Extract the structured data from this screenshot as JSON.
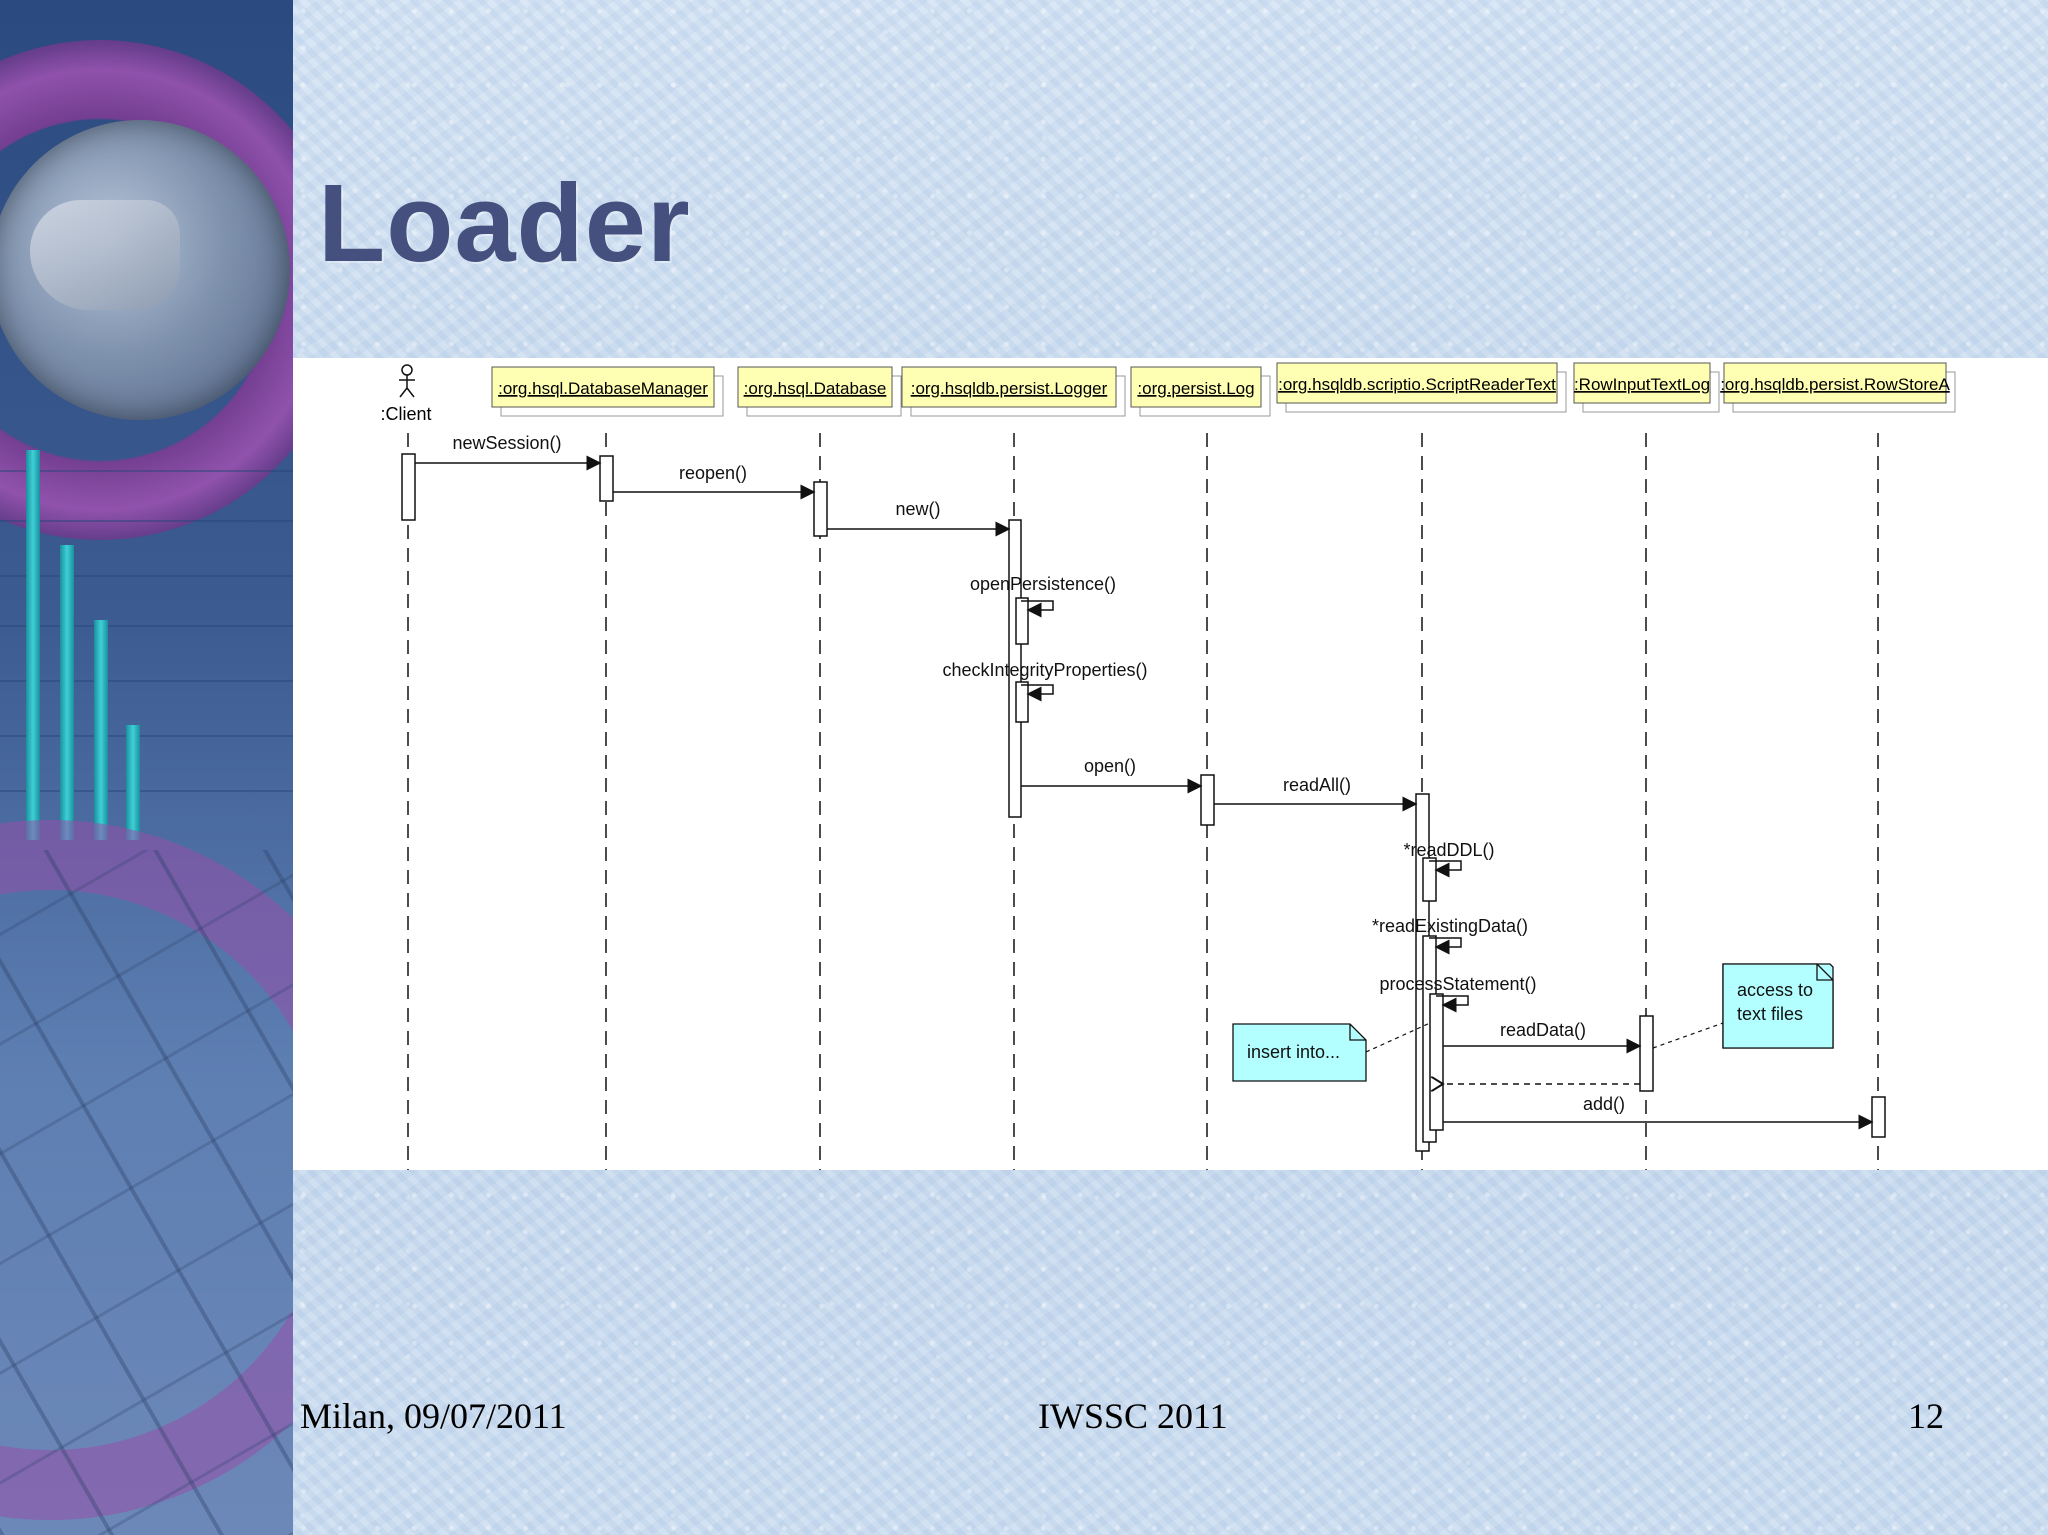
{
  "slide": {
    "title": "Loader",
    "footer": {
      "location_date": "Milan, 09/07/2011",
      "event": "IWSSC 2011",
      "page_number": "12"
    }
  },
  "diagram": {
    "actor": {
      "label": ":Client"
    },
    "lifelines": [
      ":org.hsql.DatabaseManager",
      ":org.hsql.Database",
      ":org.hsqldb.persist.Logger",
      ":org.persist.Log",
      ":org.hsqldb.scriptio.ScriptReaderText",
      ":RowInputTextLog",
      ":org.hsqldb.persist.RowStoreA"
    ],
    "messages": [
      {
        "label": "newSession()"
      },
      {
        "label": "reopen()"
      },
      {
        "label": "new()"
      },
      {
        "label": "openPersistence()"
      },
      {
        "label": "checkIntegrityProperties()"
      },
      {
        "label": "open()"
      },
      {
        "label": "readAll()"
      },
      {
        "label": "*readDDL()"
      },
      {
        "label": "*readExistingData()"
      },
      {
        "label": "processStatement()"
      },
      {
        "label": "readData()"
      },
      {
        "label": "add()"
      }
    ],
    "notes": [
      {
        "text": "insert into..."
      },
      {
        "line1": "access to",
        "line2": "text files"
      }
    ],
    "colors": {
      "lifeline_box_fill": "#ffffb3",
      "note_fill": "#b3ffff",
      "line": "#111111"
    }
  }
}
